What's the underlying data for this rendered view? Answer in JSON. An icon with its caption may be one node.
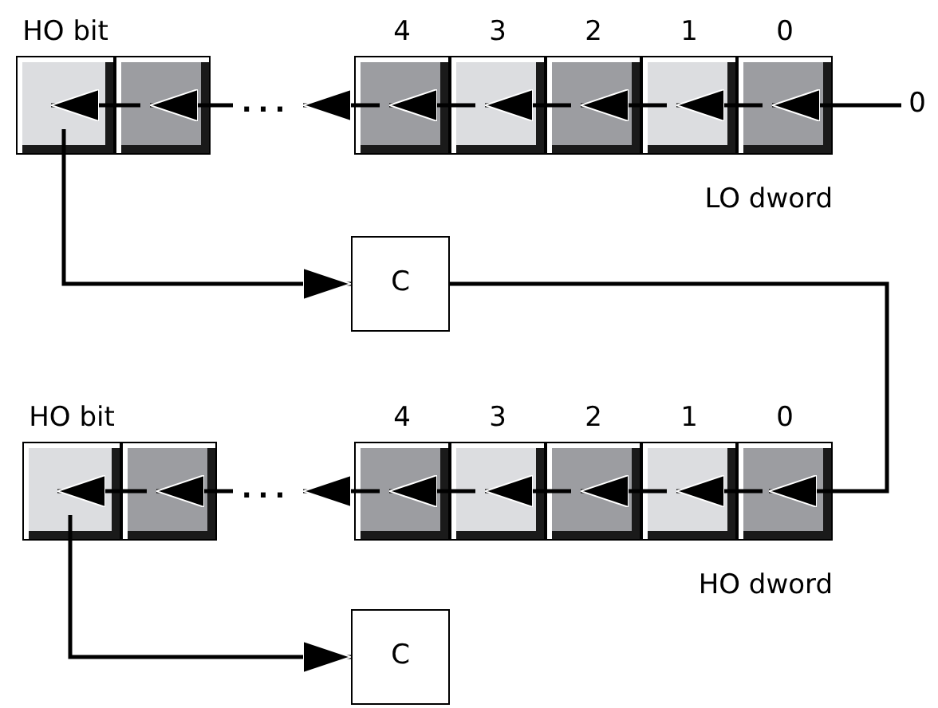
{
  "diagram": {
    "nodes": [
      {
        "text": [
          "HO bit"
        ]
      },
      {
        "text": [],
        "shape": "box"
      },
      {
        "text": [
          "..."
        ]
      },
      {
        "text": [
          "4"
        ]
      },
      {
        "text": [
          "3"
        ]
      },
      {
        "text": [
          "2"
        ]
      },
      {
        "text": [
          "1"
        ]
      },
      {
        "text": [
          "0"
        ]
      },
      {
        "text": [
          "0"
        ]
      },
      {
        "text": [
          "C"
        ]
      },
      {
        "text": [
          "HO bit"
        ]
      },
      {
        "text": [],
        "shape": "box"
      },
      {
        "text": [
          "..."
        ]
      },
      {
        "text": [
          "4"
        ]
      },
      {
        "text": [
          "3"
        ]
      },
      {
        "text": [
          "2"
        ]
      },
      {
        "text": [
          "1"
        ]
      },
      {
        "text": [
          "0"
        ]
      },
      {
        "text": [
          "C"
        ]
      }
    ],
    "edges": [
      {
        "from": 8,
        "to": 7,
        "arrow": "to"
      },
      {
        "from": 7,
        "to": 6,
        "arrow": "to"
      },
      {
        "from": 6,
        "to": 5,
        "arrow": "to"
      },
      {
        "from": 5,
        "to": 4,
        "arrow": "to"
      },
      {
        "from": 4,
        "to": 3,
        "arrow": "to"
      },
      {
        "from": 3,
        "to": 2,
        "arrow": "to"
      },
      {
        "from": 2,
        "to": 1,
        "arrow": "to"
      },
      {
        "from": 1,
        "to": 0,
        "arrow": "to"
      },
      {
        "from": 0,
        "to": 9,
        "arrow": "to"
      },
      {
        "from": 9,
        "to": 17,
        "arrow": "to"
      },
      {
        "from": 17,
        "to": 16,
        "arrow": "to"
      },
      {
        "from": 16,
        "to": 15,
        "arrow": "to"
      },
      {
        "from": 15,
        "to": 14,
        "arrow": "to"
      },
      {
        "from": 14,
        "to": 13,
        "arrow": "to"
      },
      {
        "from": 13,
        "to": 12,
        "arrow": "to"
      },
      {
        "from": 12,
        "to": 11,
        "arrow": "to"
      },
      {
        "from": 11,
        "to": 10,
        "arrow": "to"
      },
      {
        "from": 10,
        "to": 18,
        "arrow": "to"
      }
    ],
    "labels": [
      "LO dword",
      "HO dword"
    ]
  }
}
